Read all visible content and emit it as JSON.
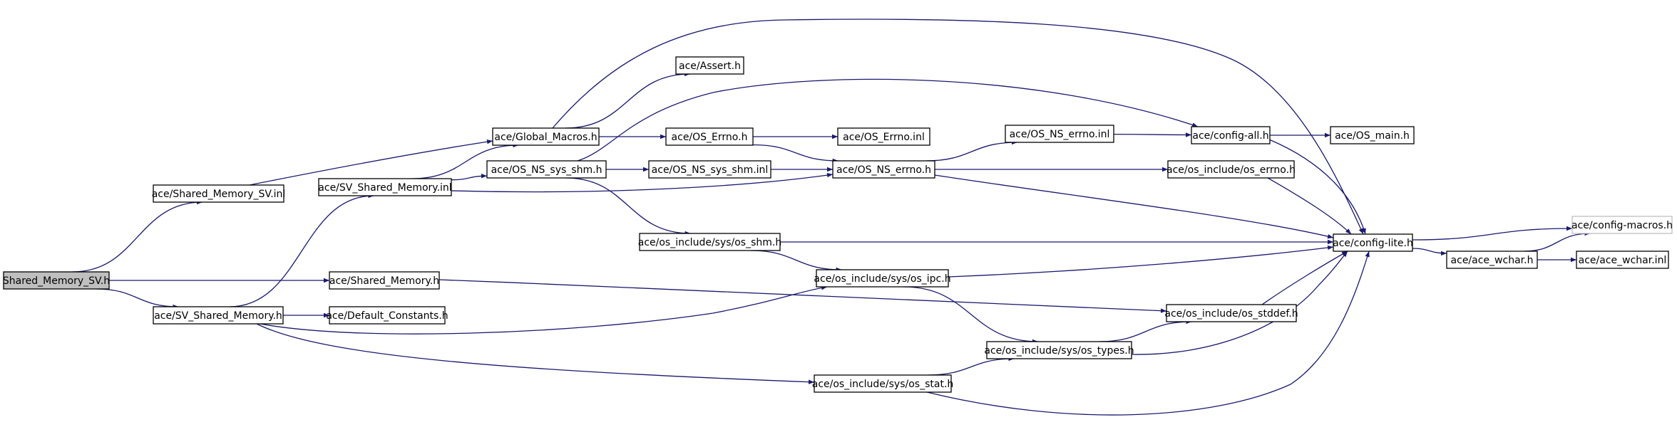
{
  "graph": {
    "colors": {
      "edge": "#191970",
      "root_fill": "#bfbfbf",
      "node_fill": "#ffffff",
      "node_stroke": "#000000",
      "faded_stroke": "#bfbfbf"
    },
    "nodes": [
      {
        "id": "shm_sv_h",
        "label": "Shared_Memory_SV.h"
      },
      {
        "id": "shm_sv_inl",
        "label": "ace/Shared_Memory_SV.inl"
      },
      {
        "id": "shm_h",
        "label": "ace/Shared_Memory.h"
      },
      {
        "id": "sv_shm_h",
        "label": "ace/SV_Shared_Memory.h"
      },
      {
        "id": "sv_shm_inl",
        "label": "ace/SV_Shared_Memory.inl"
      },
      {
        "id": "default_constants",
        "label": "ace/Default_Constants.h"
      },
      {
        "id": "global_macros",
        "label": "ace/Global_Macros.h"
      },
      {
        "id": "os_ns_sys_shm_h",
        "label": "ace/OS_NS_sys_shm.h"
      },
      {
        "id": "assert_h",
        "label": "ace/Assert.h"
      },
      {
        "id": "os_errno_h",
        "label": "ace/OS_Errno.h"
      },
      {
        "id": "os_errno_inl",
        "label": "ace/OS_Errno.inl"
      },
      {
        "id": "os_ns_sys_shm_inl",
        "label": "ace/OS_NS_sys_shm.inl"
      },
      {
        "id": "os_ns_errno_h",
        "label": "ace/OS_NS_errno.h"
      },
      {
        "id": "os_ns_errno_inl",
        "label": "ace/OS_NS_errno.inl"
      },
      {
        "id": "os_shm_h",
        "label": "ace/os_include/sys/os_shm.h"
      },
      {
        "id": "os_ipc_h",
        "label": "ace/os_include/sys/os_ipc.h"
      },
      {
        "id": "os_types_h",
        "label": "ace/os_include/sys/os_types.h"
      },
      {
        "id": "os_stat_h",
        "label": "ace/os_include/sys/os_stat.h"
      },
      {
        "id": "config_all",
        "label": "ace/config-all.h"
      },
      {
        "id": "os_main",
        "label": "ace/OS_main.h"
      },
      {
        "id": "os_errno_inc",
        "label": "ace/os_include/os_errno.h"
      },
      {
        "id": "config_lite",
        "label": "ace/config-lite.h"
      },
      {
        "id": "os_stddef",
        "label": "ace/os_include/os_stddef.h"
      },
      {
        "id": "config_macros",
        "label": "ace/config-macros.h"
      },
      {
        "id": "ace_wchar_h",
        "label": "ace/ace_wchar.h"
      },
      {
        "id": "ace_wchar_inl",
        "label": "ace/ace_wchar.inl"
      }
    ],
    "edges": [
      [
        "shm_sv_h",
        "shm_sv_inl"
      ],
      [
        "shm_sv_h",
        "shm_h"
      ],
      [
        "shm_sv_h",
        "sv_shm_h"
      ],
      [
        "shm_sv_inl",
        "global_macros"
      ],
      [
        "sv_shm_h",
        "sv_shm_inl"
      ],
      [
        "sv_shm_h",
        "default_constants"
      ],
      [
        "sv_shm_h",
        "os_ipc_h"
      ],
      [
        "sv_shm_h",
        "os_stat_h"
      ],
      [
        "sv_shm_inl",
        "global_macros"
      ],
      [
        "sv_shm_inl",
        "os_ns_sys_shm_h"
      ],
      [
        "sv_shm_inl",
        "os_ns_errno_h"
      ],
      [
        "shm_h",
        "os_stddef"
      ],
      [
        "global_macros",
        "assert_h"
      ],
      [
        "global_macros",
        "os_errno_h"
      ],
      [
        "global_macros",
        "config_lite"
      ],
      [
        "os_ns_sys_shm_h",
        "os_ns_sys_shm_inl"
      ],
      [
        "os_ns_sys_shm_h",
        "config_all"
      ],
      [
        "os_ns_sys_shm_h",
        "os_shm_h"
      ],
      [
        "os_errno_h",
        "os_errno_inl"
      ],
      [
        "os_errno_h",
        "os_ns_errno_h"
      ],
      [
        "os_ns_sys_shm_inl",
        "os_ns_errno_h"
      ],
      [
        "os_ns_errno_h",
        "os_ns_errno_inl"
      ],
      [
        "os_ns_errno_h",
        "os_errno_inc"
      ],
      [
        "os_ns_errno_h",
        "config_lite"
      ],
      [
        "os_ns_errno_inl",
        "config_all"
      ],
      [
        "config_all",
        "os_main"
      ],
      [
        "config_all",
        "config_lite"
      ],
      [
        "os_errno_inc",
        "config_lite"
      ],
      [
        "os_shm_h",
        "config_lite"
      ],
      [
        "os_shm_h",
        "os_ipc_h"
      ],
      [
        "os_ipc_h",
        "config_lite"
      ],
      [
        "os_ipc_h",
        "os_types_h"
      ],
      [
        "os_stat_h",
        "os_types_h"
      ],
      [
        "os_stat_h",
        "config_lite"
      ],
      [
        "os_types_h",
        "os_stddef"
      ],
      [
        "os_types_h",
        "config_lite"
      ],
      [
        "os_stddef",
        "config_lite"
      ],
      [
        "config_lite",
        "config_macros"
      ],
      [
        "config_lite",
        "ace_wchar_h"
      ],
      [
        "ace_wchar_h",
        "config_macros"
      ],
      [
        "ace_wchar_h",
        "ace_wchar_inl"
      ]
    ]
  }
}
